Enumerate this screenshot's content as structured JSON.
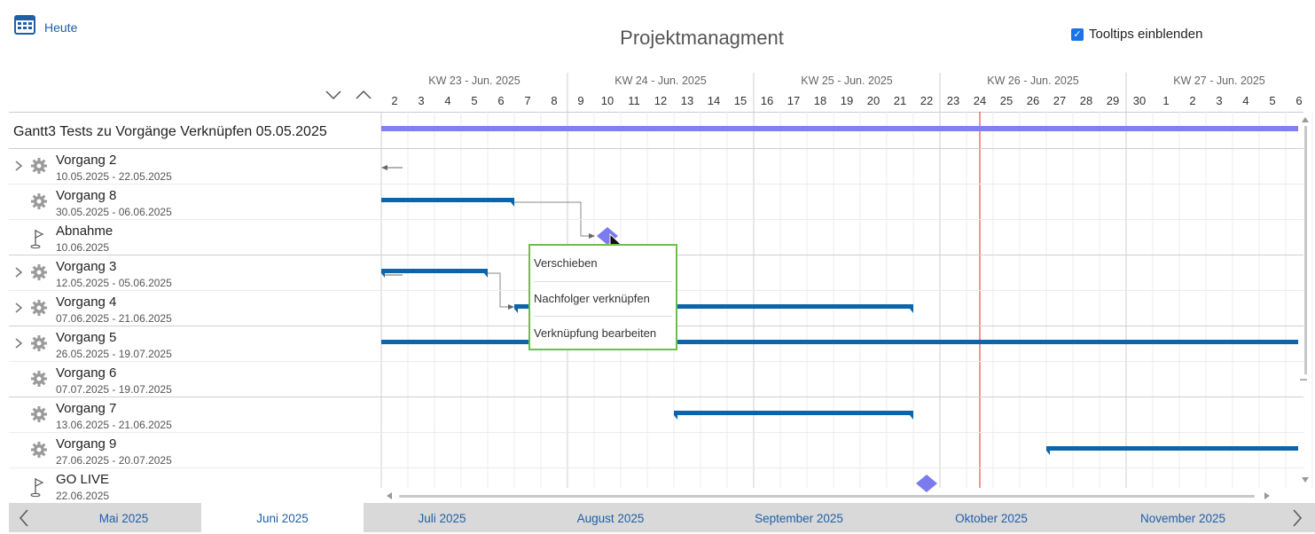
{
  "toolbar": {
    "today_label": "Heute",
    "title": "Projektmanagment",
    "tooltips_label": "Tooltips einblenden",
    "tooltips_checked": true
  },
  "timeline": {
    "weeks": [
      "KW 23 - Jun. 2025",
      "KW 24 - Jun. 2025",
      "KW 25 - Jun. 2025",
      "KW 26 - Jun. 2025",
      "KW 27 - Jun. 2025"
    ],
    "days": [
      "2",
      "3",
      "4",
      "5",
      "6",
      "7",
      "8",
      "9",
      "10",
      "11",
      "12",
      "13",
      "14",
      "15",
      "16",
      "17",
      "18",
      "19",
      "20",
      "21",
      "22",
      "23",
      "24",
      "25",
      "26",
      "27",
      "28",
      "29",
      "30",
      "1",
      "2",
      "3",
      "4",
      "5",
      "6"
    ]
  },
  "project": {
    "name": "Gantt3 Tests zu Vorgänge Verknüpfen 05.05.2025"
  },
  "tasks": [
    {
      "name": "Vorgang 2",
      "dates": "10.05.2025 - 22.05.2025",
      "icon": "gear-icon",
      "expandable": true
    },
    {
      "name": "Vorgang 8",
      "dates": "30.05.2025 - 06.06.2025",
      "icon": "gear-icon",
      "expandable": false
    },
    {
      "name": "Abnahme",
      "dates": "10.06.2025",
      "icon": "flag-icon",
      "expandable": false
    },
    {
      "name": "Vorgang 3",
      "dates": "12.05.2025 - 05.06.2025",
      "icon": "gear-icon",
      "expandable": true
    },
    {
      "name": "Vorgang 4",
      "dates": "07.06.2025 - 21.06.2025",
      "icon": "gear-icon",
      "expandable": true
    },
    {
      "name": "Vorgang 5",
      "dates": "26.05.2025 - 19.07.2025",
      "icon": "gear-icon",
      "expandable": true
    },
    {
      "name": "Vorgang 6",
      "dates": "07.07.2025 - 19.07.2025",
      "icon": "gear-icon",
      "expandable": false
    },
    {
      "name": "Vorgang 7",
      "dates": "13.06.2025 - 21.06.2025",
      "icon": "gear-icon",
      "expandable": false
    },
    {
      "name": "Vorgang 9",
      "dates": "27.06.2025 - 20.07.2025",
      "icon": "gear-icon",
      "expandable": false
    },
    {
      "name": "GO LIVE",
      "dates": "22.06.2025",
      "icon": "flag-icon",
      "expandable": false
    }
  ],
  "context_menu": {
    "items": [
      "Verschieben",
      "Nachfolger verknüpfen",
      "Verknüpfung bearbeiten"
    ]
  },
  "months": {
    "items": [
      "Mai 2025",
      "Juni 2025",
      "Juli 2025",
      "August 2025",
      "September 2025",
      "Oktober 2025",
      "November 2025"
    ],
    "active": "Juni 2025"
  },
  "colors": {
    "bar": "#0a65ad",
    "summary": "#8080f0",
    "milestone": "#7b7bf0",
    "today_line": "#d43030",
    "menu_border": "#6cc04a",
    "link": "#1f5fa8"
  }
}
